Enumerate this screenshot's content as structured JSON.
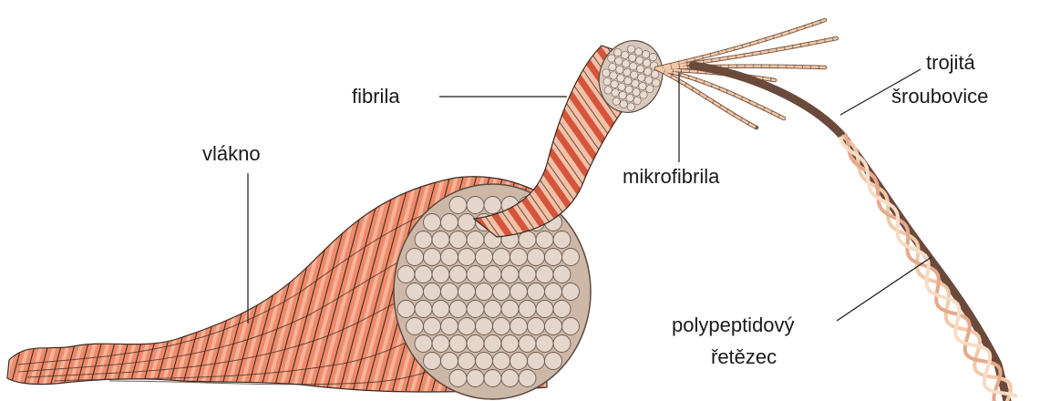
{
  "labels": {
    "fibrila": "fibrila",
    "vlakno": "vlákno",
    "mikrofibrila": "mikrofibrila",
    "trojita_line1": "trojitá",
    "trojita_line2": "šroubovice",
    "polypeptid_line1": "polypeptidový",
    "polypeptid_line2": "řetězec"
  },
  "colors": {
    "fiber_orange": "#ef8a6a",
    "fiber_dark": "#c84a35",
    "fiber_light": "#f6b49b",
    "strand_fill": "#d9c7b9",
    "strand_outline": "#7a6a5e",
    "helix_light": "#f2c9a8",
    "helix_dark": "#6b4a3c",
    "leader_line": "#1a1a1a"
  }
}
